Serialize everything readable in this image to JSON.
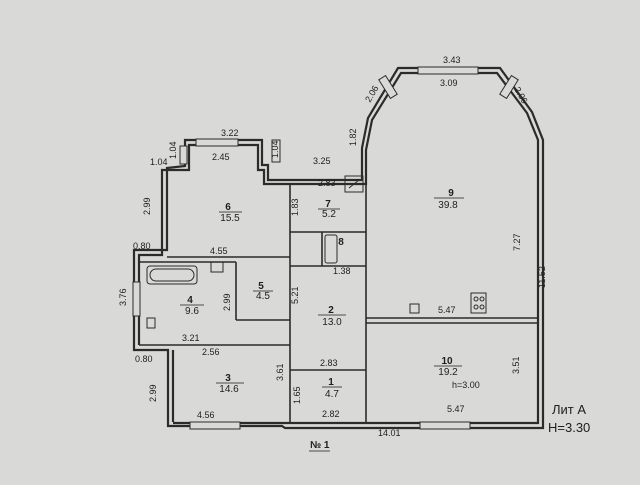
{
  "dimensions": {
    "top_rooms6": "3.22",
    "inner_rooms6": "2.45",
    "corner_left_upper": "1.04",
    "corner_left_lower": "1.04",
    "corner_right": "1.04",
    "left_room6": "2.99",
    "left_step": "0.80",
    "left_bath": "3.76",
    "left_step2": "0.80",
    "left_room3": "2.99",
    "room7_top": "3.25",
    "room7_inner": "2.83",
    "room7_side": "1.83",
    "room8_width": "1.38",
    "room9_bay_top": "3.43",
    "room9_bay_inner": "3.09",
    "room9_bay_left": "2.06",
    "room9_bay_right": "2.06",
    "room9_wall_left": "1.82",
    "room9_height": "7.27",
    "outer_right": "11.52",
    "room9_lower": "5.47",
    "wall_455": "4.55",
    "bath_299": "2.99",
    "hall_521": "5.21",
    "bath_321": "3.21",
    "room3_256": "2.56",
    "hall_283": "2.83",
    "room3_361": "3.61",
    "room1_165": "1.65",
    "room10_351": "3.51",
    "bottom_456": "4.56",
    "bottom_282": "2.82",
    "bottom_547": "5.47",
    "overall": "14.01"
  },
  "rooms": [
    {
      "number": "1",
      "area": "4.7"
    },
    {
      "number": "2",
      "area": "13.0"
    },
    {
      "number": "3",
      "area": "14.6"
    },
    {
      "number": "4",
      "area": "9.6"
    },
    {
      "number": "5",
      "area": "4.5"
    },
    {
      "number": "6",
      "area": "15.5"
    },
    {
      "number": "7",
      "area": "5.2"
    },
    {
      "number": "8",
      "area": ""
    },
    {
      "number": "9",
      "area": "39.8"
    },
    {
      "number": "10",
      "area": "19.2"
    }
  ],
  "ceiling_height": "h=3.00",
  "entrance": "№ 1",
  "lit_label": "Лит А",
  "lit_height": "H=3.30"
}
